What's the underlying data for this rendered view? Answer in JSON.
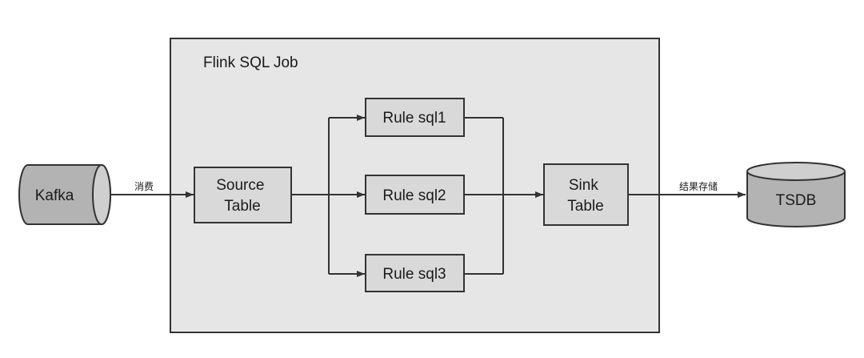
{
  "job": {
    "title": "Flink SQL Job"
  },
  "nodes": {
    "kafka": {
      "label": "Kafka"
    },
    "source_table": {
      "line1": "Source",
      "line2": "Table"
    },
    "rule1": {
      "label": "Rule sql1"
    },
    "rule2": {
      "label": "Rule sql2"
    },
    "rule3": {
      "label": "Rule sql3"
    },
    "sink_table": {
      "line1": "Sink",
      "line2": "Table"
    },
    "tsdb": {
      "label": "TSDB"
    }
  },
  "edges": {
    "consume": {
      "label": "消费"
    },
    "store": {
      "label": "结果存储"
    }
  },
  "colors": {
    "job_fill": "#e6e6e6",
    "node_fill": "#d9d9d9",
    "db_fill": "#b3b3b3",
    "stroke": "#333333"
  }
}
